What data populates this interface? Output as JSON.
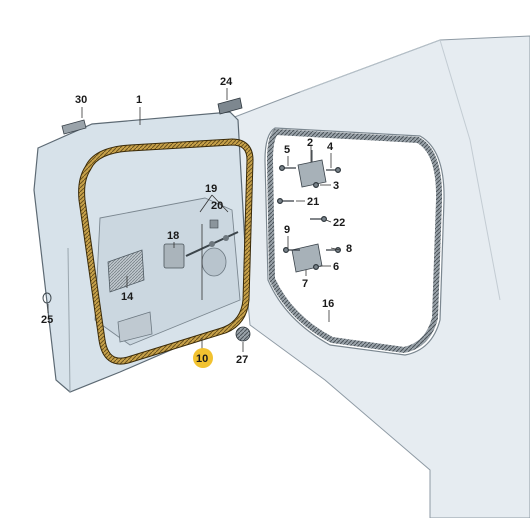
{
  "diagram": {
    "highlight_color": "#f2c230",
    "seal_color": "#c8a24a",
    "body_fill": "#e6ecf1",
    "door_fill": "#d7e2ea",
    "callouts": [
      {
        "id": "c1",
        "label": "1"
      },
      {
        "id": "c2",
        "label": "2"
      },
      {
        "id": "c3",
        "label": "3"
      },
      {
        "id": "c4",
        "label": "4"
      },
      {
        "id": "c5",
        "label": "5"
      },
      {
        "id": "c6",
        "label": "6"
      },
      {
        "id": "c7",
        "label": "7"
      },
      {
        "id": "c8",
        "label": "8"
      },
      {
        "id": "c9",
        "label": "9"
      },
      {
        "id": "c10",
        "label": "10",
        "highlighted": true
      },
      {
        "id": "c14",
        "label": "14"
      },
      {
        "id": "c16",
        "label": "16"
      },
      {
        "id": "c18",
        "label": "18"
      },
      {
        "id": "c19",
        "label": "19"
      },
      {
        "id": "c20",
        "label": "20"
      },
      {
        "id": "c21",
        "label": "21"
      },
      {
        "id": "c22",
        "label": "22"
      },
      {
        "id": "c24",
        "label": "24"
      },
      {
        "id": "c25",
        "label": "25"
      },
      {
        "id": "c27",
        "label": "27"
      },
      {
        "id": "c30",
        "label": "30"
      }
    ]
  }
}
